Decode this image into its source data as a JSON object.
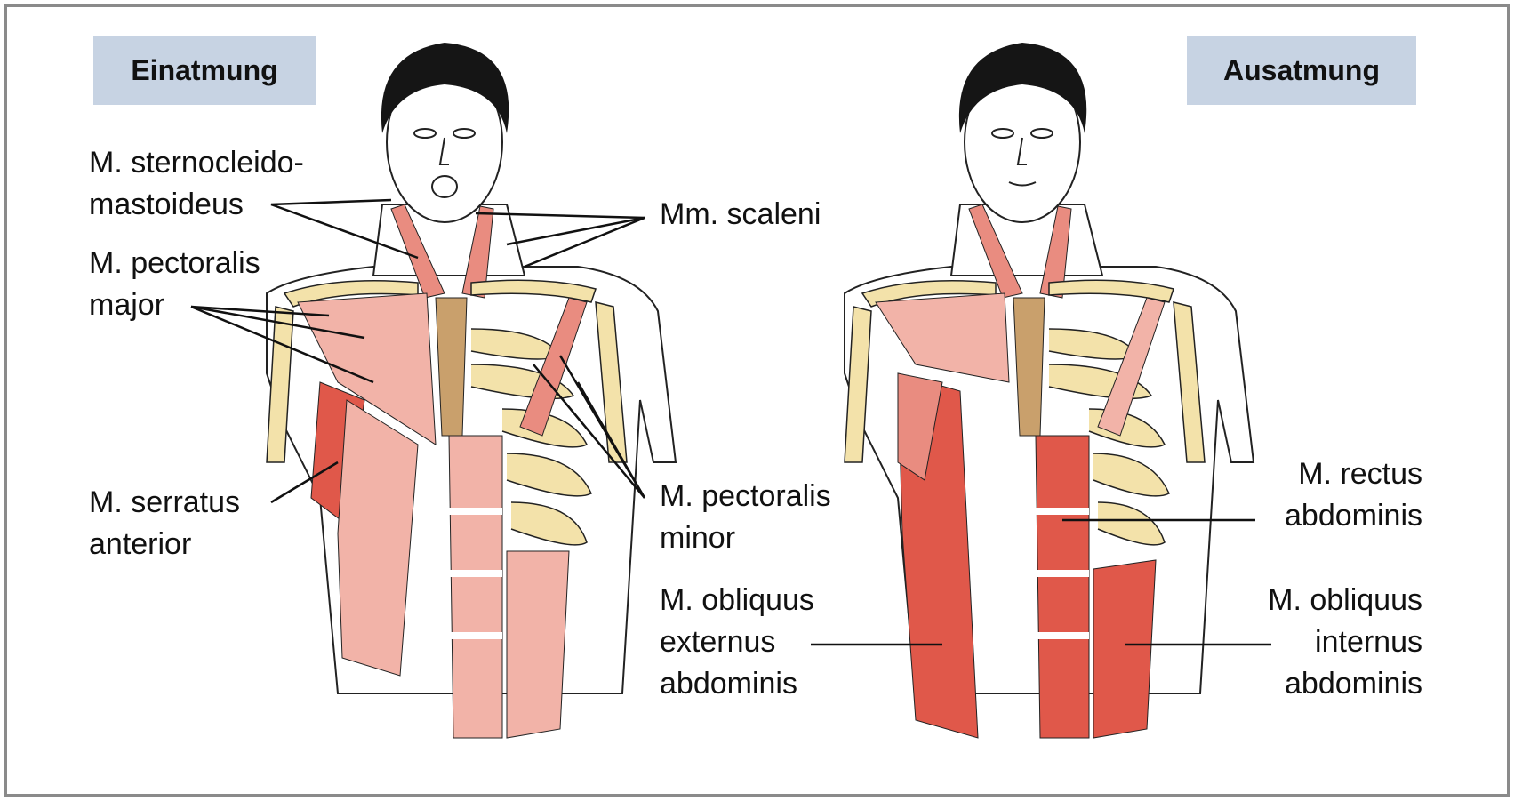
{
  "badges": {
    "left": "Einatmung",
    "right": "Ausatmung"
  },
  "labels": {
    "scm": [
      "M. sternocleido-",
      "mastoideus"
    ],
    "pect_major": [
      "M. pectoralis",
      "major"
    ],
    "serratus": [
      "M. serratus",
      "anterior"
    ],
    "scaleni": [
      "Mm. scaleni"
    ],
    "pect_minor": [
      "M. pectoralis",
      "minor"
    ],
    "obl_ext": [
      "M. obliquus",
      "externus",
      "abdominis"
    ],
    "rectus": [
      "M. rectus",
      "abdominis"
    ],
    "obl_int": [
      "M. obliquus",
      "internus",
      "abdominis"
    ]
  },
  "colors": {
    "muscle_light": "#f2b3a8",
    "muscle_mid": "#e98c80",
    "muscle_dark": "#e0584a",
    "bone": "#f3e2aa",
    "sternum": "#c9a06c",
    "hair": "#151515",
    "badge_bg": "#c7d3e3"
  }
}
